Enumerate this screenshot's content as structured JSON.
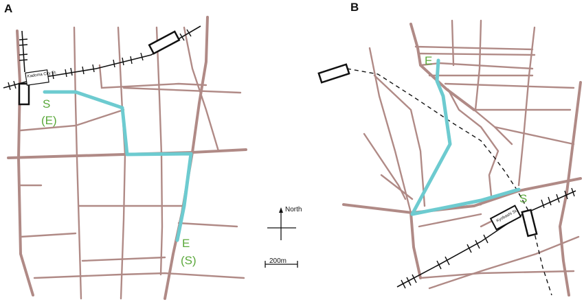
{
  "panels": {
    "a": {
      "label": "A",
      "station": "Kadoma City St.",
      "start_label": "S",
      "start_alt": "(E)",
      "end_label": "E",
      "end_alt": "(S)"
    },
    "b": {
      "label": "B",
      "station": "Kyobashi St.",
      "start_label": "S",
      "end_label": "E"
    }
  },
  "legend": {
    "north": "North",
    "scale": "200m"
  },
  "colors": {
    "road": "#b08a86",
    "route": "#6dcbd0",
    "label_green": "#5aa83a",
    "rail": "#111111"
  }
}
